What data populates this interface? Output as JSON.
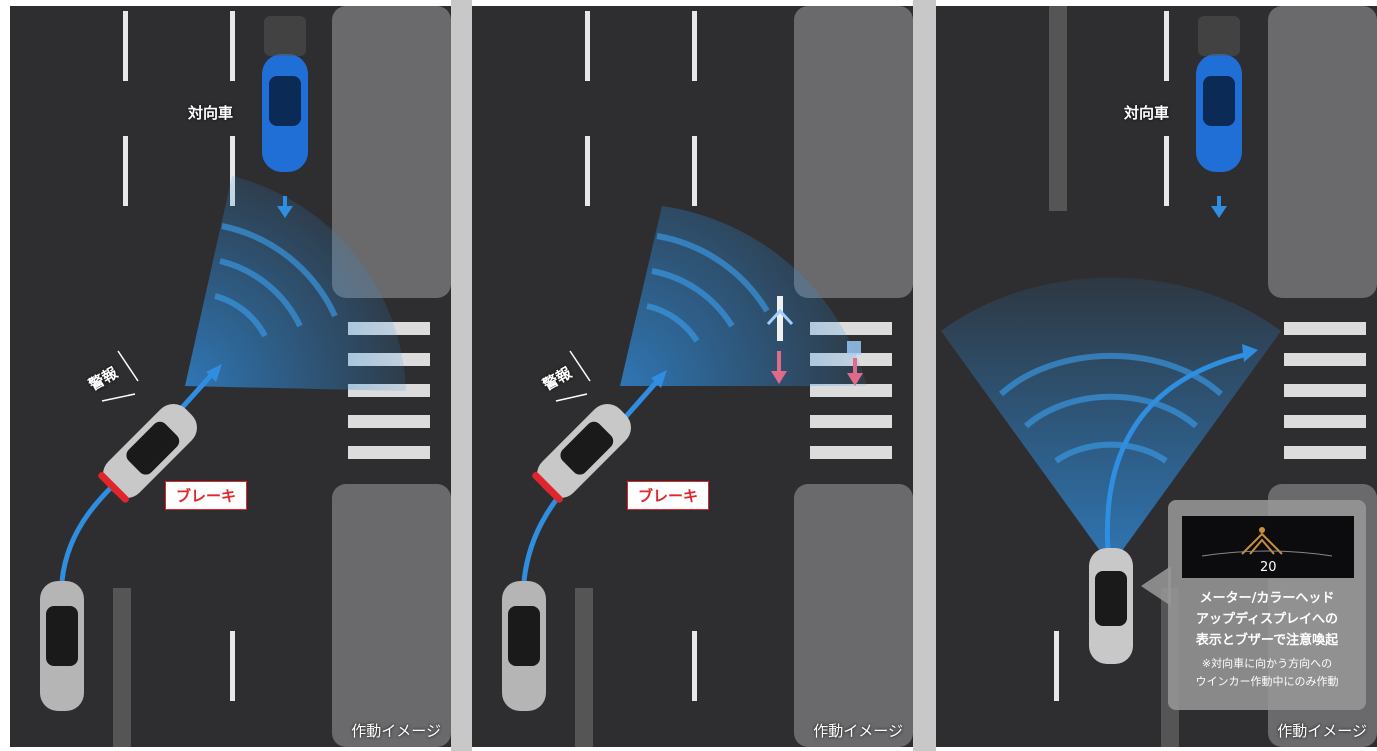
{
  "panels": [
    {
      "oncoming_label": "対向車",
      "warning_label": "警報",
      "brake_label": "ブレーキ",
      "caption": "作動イメージ"
    },
    {
      "warning_label": "警報",
      "brake_label": "ブレーキ",
      "caption": "作動イメージ"
    },
    {
      "oncoming_label": "対向車",
      "caption": "作動イメージ",
      "info": {
        "line1": "メーター/カラーヘッド",
        "line2": "アップディスプレイへの",
        "line3": "表示とブザーで注意喚起",
        "note1": "※対向車に向かう方向への",
        "note2": "ウインカー作動中にのみ作動",
        "hud_speed": "20"
      }
    }
  ],
  "colors": {
    "road": "#2e2e30",
    "sidewalk": "#6a6a6c",
    "sensor": "#2f8ee0",
    "brake_red": "#e0262c",
    "divider": "#c8c8c8"
  }
}
